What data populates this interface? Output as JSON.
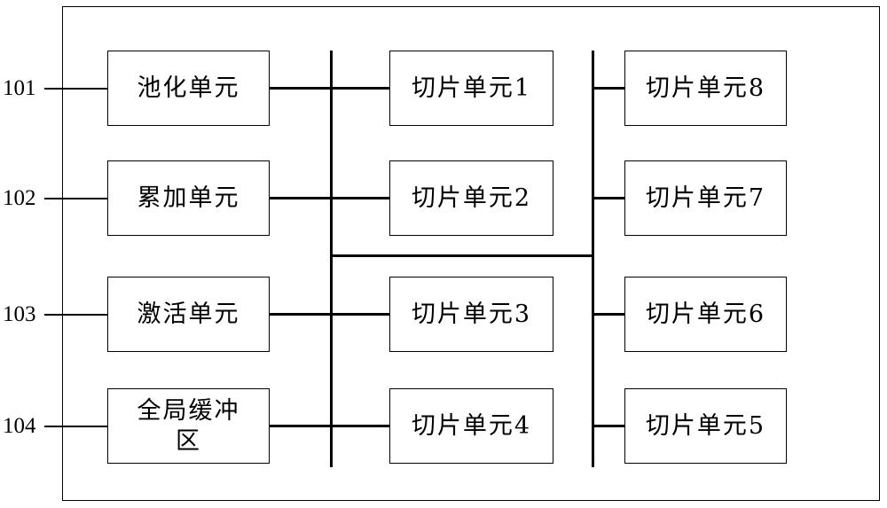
{
  "left_units": [
    {
      "ref": "101",
      "label": "池化单元"
    },
    {
      "ref": "102",
      "label": "累加单元"
    },
    {
      "ref": "103",
      "label": "激活单元"
    },
    {
      "ref": "104",
      "label": "全局缓冲区"
    }
  ],
  "middle_slices": [
    "切片单元1",
    "切片单元2",
    "切片单元3",
    "切片单元4"
  ],
  "right_slices": [
    "切片单元8",
    "切片单元7",
    "切片单元6",
    "切片单元5"
  ]
}
